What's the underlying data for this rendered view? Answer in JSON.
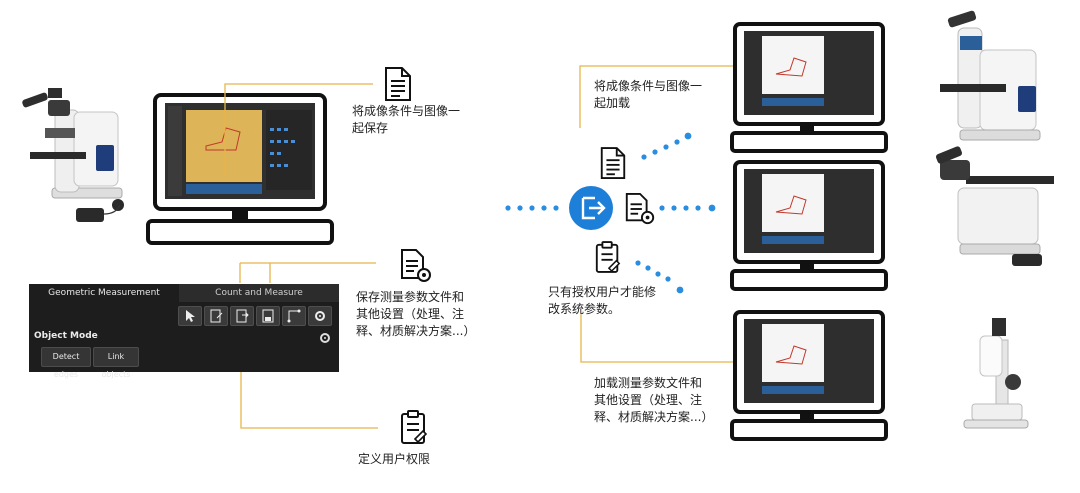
{
  "captions": {
    "save_image": "将成像条件与图像一\n起保存",
    "save_params": "保存测量参数文件和\n其他设置（处理、注\n释、材质解决方案...）",
    "define_rights": "定义用户权限",
    "load_image": "将成像条件与图像一\n起加载",
    "authorized_only": "只有授权用户才能修\n改系统参数。",
    "load_params": "加载测量参数文件和\n其他设置（处理、注\n释、材质解决方案...）"
  },
  "panel": {
    "tab_geometric": "Geometric Measurement",
    "tab_count": "Count and Measure",
    "object_mode": "Object Mode",
    "detect_edges": "Detect edges",
    "link_objects": "Link objects"
  },
  "icons": {
    "document": "document-icon",
    "settings_doc": "document-settings-icon",
    "clipboard": "clipboard-edit-icon",
    "export": "export-icon",
    "microscope": "microscope-icon",
    "monitor": "monitor-icon"
  },
  "colors": {
    "connector": "#e8b54a",
    "dots": "#2a8de0",
    "hub": "#1e7fd8",
    "panel_bg": "#1d1d1d"
  }
}
